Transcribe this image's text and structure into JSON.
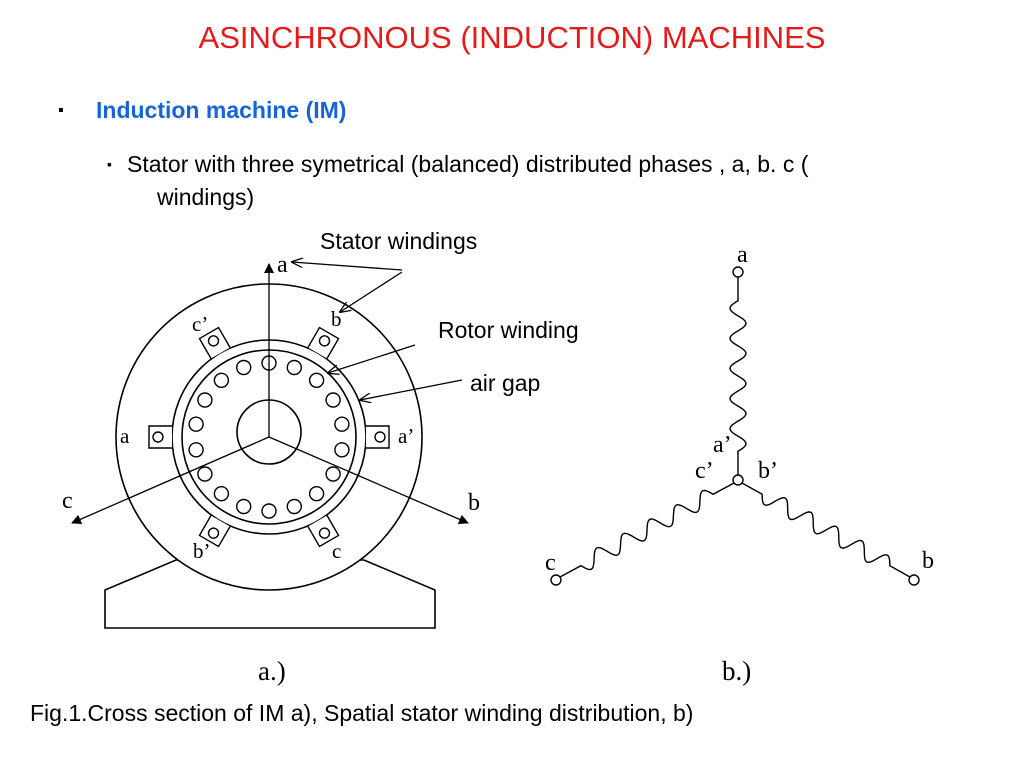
{
  "title": "ASINCHRONOUS (INDUCTION) MACHINES",
  "bullets": {
    "level1_marker": "▪",
    "level1_text": "Induction machine (IM)",
    "level2_marker": "▪",
    "level2_line1": "Stator with three symetrical (balanced) distributed phases , a, b. c (",
    "level2_line2": "windings)"
  },
  "callouts": {
    "stator": "Stator windings",
    "rotor": "Rotor winding",
    "air_gap": "air gap"
  },
  "diagram_a": {
    "axis_labels": {
      "a": "a",
      "b": "b",
      "c": "c"
    },
    "slot_labels": {
      "a": "a",
      "a_prime": "a’",
      "b": "b",
      "b_prime": "b’",
      "c": "c",
      "c_prime": "c’"
    },
    "sublabel": "a.)"
  },
  "diagram_b": {
    "terminals": {
      "a": "a",
      "b": "b",
      "c": "c"
    },
    "neutral_labels": {
      "a_prime": "a’",
      "b_prime": "b’",
      "c_prime": "c’"
    },
    "sublabel": "b.)"
  },
  "caption": "Fig.1.Cross section of IM a), Spatial stator winding distribution, b)"
}
